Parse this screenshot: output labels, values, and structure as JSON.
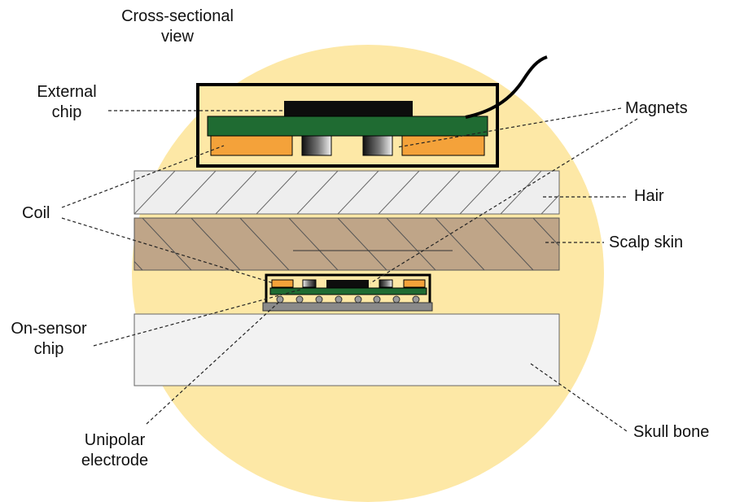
{
  "title": {
    "line1": "Cross-sectional",
    "line2": "view"
  },
  "labels": {
    "external_chip": {
      "line1": "External",
      "line2": "chip"
    },
    "magnets": "Magnets",
    "hair": "Hair",
    "coil": "Coil",
    "scalp_skin": "Scalp skin",
    "on_sensor_chip": {
      "line1": "On-sensor",
      "line2": "chip"
    },
    "unipolar_electrode": {
      "line1": "Unipolar",
      "line2": "electrode"
    },
    "skull_bone": "Skull bone"
  },
  "colors": {
    "background_circle": "#fde8a6",
    "pcb_green": "#1f6b32",
    "coil_orange": "#f4a23a",
    "chip_black": "#0d0d0d",
    "hair_layer": "#eeeeee",
    "scalp_layer": "#bfa588",
    "skull_layer": "#f2f2f2",
    "electrode_bar": "#8a8a8a"
  }
}
